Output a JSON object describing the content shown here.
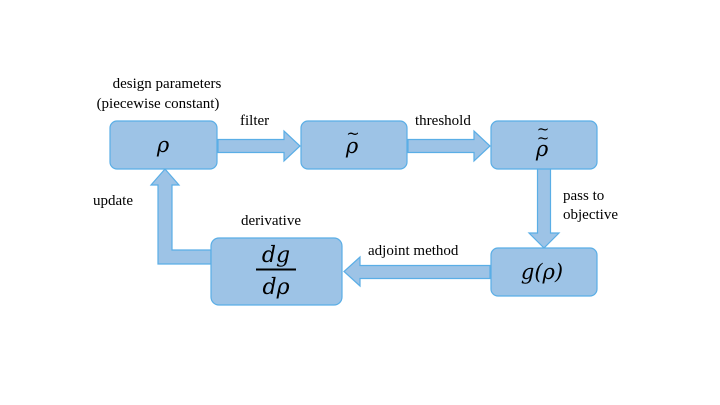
{
  "nodes": {
    "rho": {
      "symbol": "ρ"
    },
    "rho_filtered": {
      "symbol": "ρ",
      "tilde": "~"
    },
    "rho_thresholded": {
      "symbol": "ρ",
      "tilde": "~"
    },
    "objective": {
      "text": "g(ρ)"
    },
    "derivative": {
      "numerator": "dg",
      "denominator": "dρ"
    }
  },
  "labels": {
    "design_line1": "design parameters",
    "design_line2": "(piecewise constant)",
    "filter": "filter",
    "threshold": "threshold",
    "pass_line1": "pass to",
    "pass_line2": "objective",
    "adjoint": "adjoint method",
    "derivative": "derivative",
    "update": "update"
  },
  "colors": {
    "box_fill": "#9dc3e6",
    "box_stroke": "#5aaee6"
  }
}
